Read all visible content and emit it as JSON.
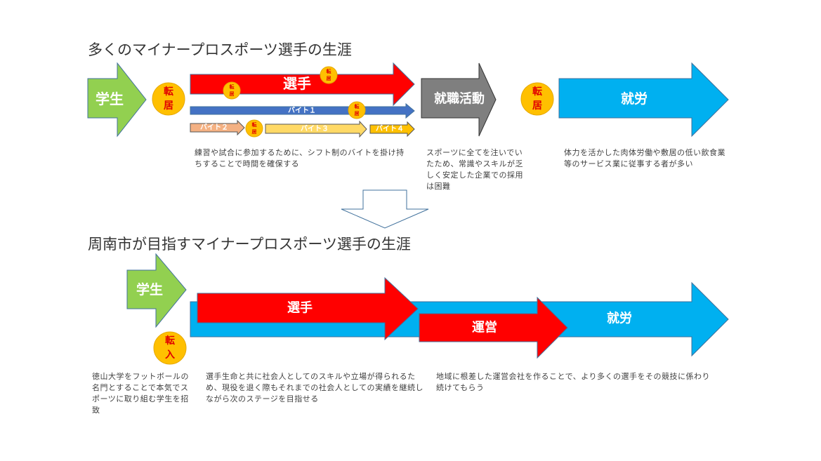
{
  "top": {
    "title": "多くのマイナープロスポーツ選手の生涯",
    "student": "学生",
    "move": [
      "転",
      "居"
    ],
    "player": "選手",
    "small_move": [
      "転",
      "居"
    ],
    "part1": "バイト１",
    "part2": "バイト２",
    "part3": "バイト３",
    "part4": "バイト４",
    "job_hunt": "就職活動",
    "work": "就労",
    "note_player": "練習や試合に参加するために、シフト制のバイトを掛け持ちすることで時間を確保する",
    "note_job_hunt": "スポーツに全てを注いでいたため、常識やスキルが乏しく安定した企業での採用は困難",
    "note_work": "体力を活かした肉体労働や敷居の低い飲食業等のサービス業に従事する者が多い"
  },
  "bottom": {
    "title": "周南市が目指すマイナープロスポーツ選手の生涯",
    "student": "学生",
    "move_in": [
      "転",
      "入"
    ],
    "player": "選手",
    "management": "運営",
    "work": "就労",
    "note_student": "徳山大学をフットボールの名門とすることで本気でスポーツに取り組む学生を招致",
    "note_player": "選手生命と共に社会人としてのスキルや立場が得られるため、現役を退く際もそれまでの社会人としての実績を継続しながら次のステージを目指せる",
    "note_management": "地域に根差した運営会社を作ることで、より多くの選手をその競技に係わり続けてもらう"
  },
  "colors": {
    "green": "#92D050",
    "red": "#FF0000",
    "blue": "#4472C4",
    "cyan": "#00B0F0",
    "gray": "#7F7F7F",
    "orange": "#FFC000",
    "salmon": "#F4B183",
    "yellow": "#FFD966"
  }
}
